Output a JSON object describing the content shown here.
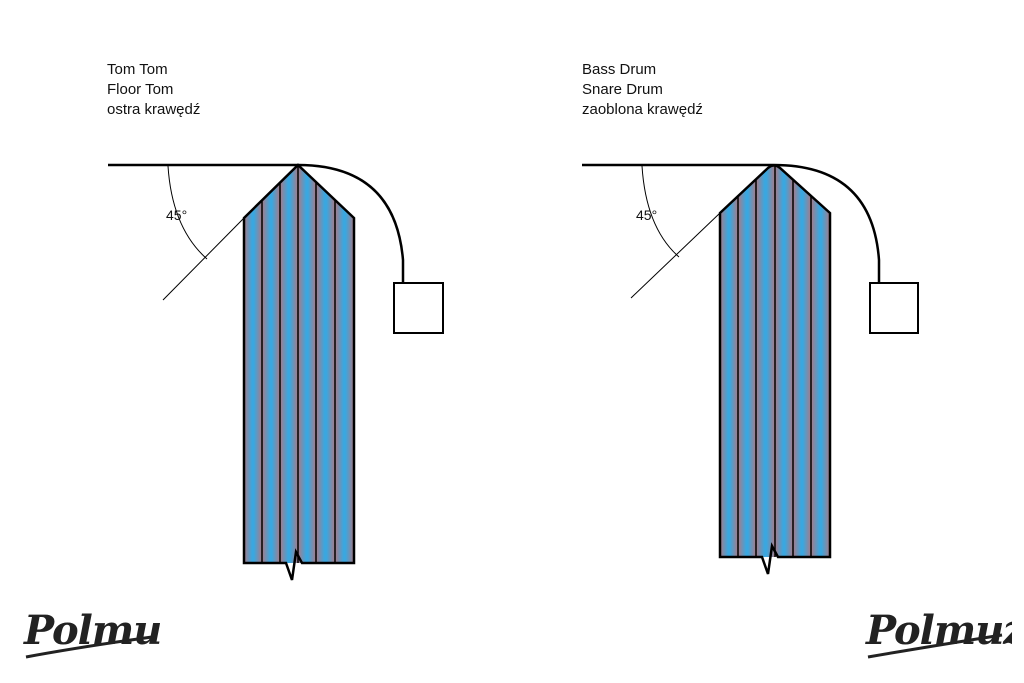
{
  "panels": [
    {
      "labels": [
        "Tom Tom",
        "Floor Tom",
        "ostra krawędź"
      ],
      "angle_label": "45°",
      "edge_type": "sharp"
    },
    {
      "labels": [
        "Bass Drum",
        "Snare Drum",
        "zaoblona krawędź"
      ],
      "angle_label": "45°",
      "edge_type": "rounded"
    }
  ],
  "logo": {
    "text": "Polmuz"
  },
  "colors": {
    "ply_blue": "#3aa7e0",
    "ply_rose": "#a97a86",
    "outline": "#000000"
  }
}
